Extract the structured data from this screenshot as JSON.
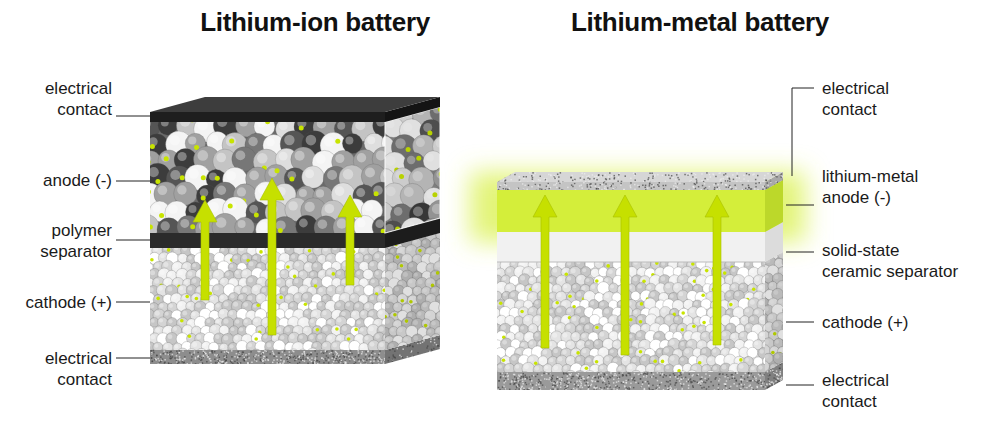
{
  "diagram": {
    "labels": [
      "Lithium-ion battery",
      "Lithium-metal battery",
      "electrical contact",
      "anode (-)",
      "polymer separator",
      "cathode (+)",
      "electrical contact",
      "electrical contact",
      "lithium-metal anode (-)",
      "solid-state ceramic separator",
      "cathode (+)",
      "electrical contact"
    ]
  }
}
